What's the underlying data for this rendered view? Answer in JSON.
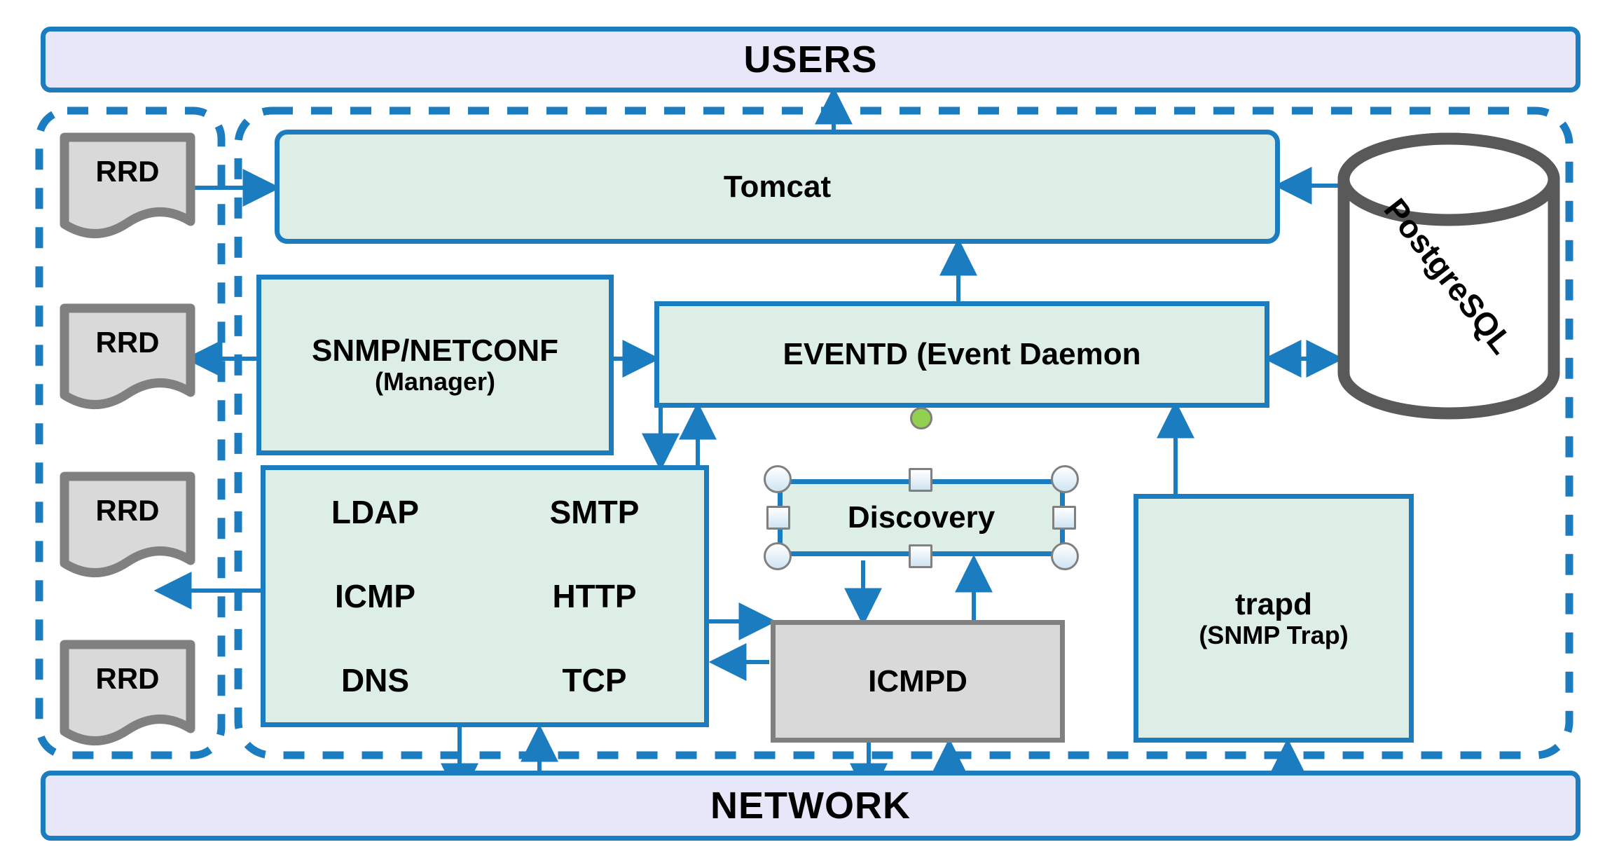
{
  "diagram": {
    "title_top": "USERS",
    "title_bottom": "NETWORK",
    "colors": {
      "accent_blue": "#1b7cc0",
      "banner_fill": "#e7e7f9",
      "node_fill_green": "#ddeee6",
      "node_fill_gray": "#d9d9d9",
      "gray_border": "#808080",
      "rotate_handle_green": "#92d050"
    },
    "nodes": {
      "tomcat": "Tomcat",
      "snmp_netconf": "SNMP/NETCONF",
      "snmp_netconf_sub": "(Manager)",
      "eventd": "EVENTD (Event Daemon",
      "discovery": "Discovery",
      "icmpd": "ICMPD",
      "trapd": "trapd",
      "trapd_sub": "(SNMP Trap)",
      "postgresql": "PostgreSQL"
    },
    "services": [
      "LDAP",
      "SMTP",
      "ICMP",
      "HTTP",
      "DNS",
      "TCP"
    ],
    "rrd_stores": [
      {
        "label": "RRD"
      },
      {
        "label": "RRD"
      },
      {
        "label": "RRD"
      },
      {
        "label": "RRD"
      }
    ]
  },
  "chart_data": {
    "type": "diagram",
    "title": "Network management system architecture",
    "nodes": [
      {
        "id": "users",
        "label": "USERS",
        "shape": "rounded-banner",
        "fill": "#e7e7f9"
      },
      {
        "id": "network",
        "label": "NETWORK",
        "shape": "rounded-banner",
        "fill": "#e7e7f9"
      },
      {
        "id": "tomcat",
        "label": "Tomcat",
        "shape": "rounded-rect",
        "fill": "#ddeee6"
      },
      {
        "id": "snmp",
        "label": "SNMP/NETCONF (Manager)",
        "shape": "rect",
        "fill": "#ddeee6"
      },
      {
        "id": "eventd",
        "label": "EVENTD (Event Daemon",
        "shape": "rect",
        "fill": "#ddeee6"
      },
      {
        "id": "services",
        "label": "LDAP SMTP ICMP HTTP DNS TCP",
        "shape": "rect",
        "fill": "#ddeee6"
      },
      {
        "id": "discovery",
        "label": "Discovery",
        "shape": "rect-selected",
        "fill": "#ddeee6"
      },
      {
        "id": "icmpd",
        "label": "ICMPD",
        "shape": "rect",
        "fill": "#d9d9d9"
      },
      {
        "id": "trapd",
        "label": "trapd (SNMP Trap)",
        "shape": "rect",
        "fill": "#ddeee6"
      },
      {
        "id": "postgresql",
        "label": "PostgreSQL",
        "shape": "cylinder",
        "fill": "#ffffff"
      },
      {
        "id": "rrd1",
        "label": "RRD",
        "shape": "document",
        "fill": "#d9d9d9"
      },
      {
        "id": "rrd2",
        "label": "RRD",
        "shape": "document",
        "fill": "#d9d9d9"
      },
      {
        "id": "rrd3",
        "label": "RRD",
        "shape": "document",
        "fill": "#d9d9d9"
      },
      {
        "id": "rrd4",
        "label": "RRD",
        "shape": "document",
        "fill": "#d9d9d9"
      }
    ],
    "edges": [
      {
        "from": "tomcat",
        "to": "users",
        "dir": "one"
      },
      {
        "from": "rrd1",
        "to": "tomcat",
        "dir": "one"
      },
      {
        "from": "postgresql",
        "to": "tomcat",
        "dir": "one"
      },
      {
        "from": "eventd",
        "to": "tomcat",
        "dir": "one"
      },
      {
        "from": "snmp",
        "to": "eventd",
        "dir": "one"
      },
      {
        "from": "snmp",
        "to": "rrd2",
        "dir": "one"
      },
      {
        "from": "eventd",
        "to": "postgresql",
        "dir": "both"
      },
      {
        "from": "eventd",
        "to": "services",
        "dir": "both"
      },
      {
        "from": "services",
        "to": "rrd3",
        "dir": "one"
      },
      {
        "from": "discovery",
        "to": "icmpd",
        "dir": "one"
      },
      {
        "from": "icmpd",
        "to": "discovery",
        "dir": "one"
      },
      {
        "from": "services",
        "to": "icmpd",
        "dir": "one"
      },
      {
        "from": "icmpd",
        "to": "services",
        "dir": "one"
      },
      {
        "from": "trapd",
        "to": "eventd",
        "dir": "one"
      },
      {
        "from": "services",
        "to": "network",
        "dir": "both"
      },
      {
        "from": "icmpd",
        "to": "network",
        "dir": "both"
      },
      {
        "from": "network",
        "to": "trapd",
        "dir": "one"
      }
    ],
    "groups": [
      {
        "id": "storage-zone",
        "style": "dashed-rounded",
        "color": "#1b7cc0",
        "contains": [
          "rrd1",
          "rrd2",
          "rrd3",
          "rrd4"
        ]
      },
      {
        "id": "server-zone",
        "style": "dashed-rounded",
        "color": "#1b7cc0",
        "contains": [
          "tomcat",
          "snmp",
          "eventd",
          "services",
          "discovery",
          "icmpd",
          "trapd",
          "postgresql"
        ]
      }
    ]
  }
}
